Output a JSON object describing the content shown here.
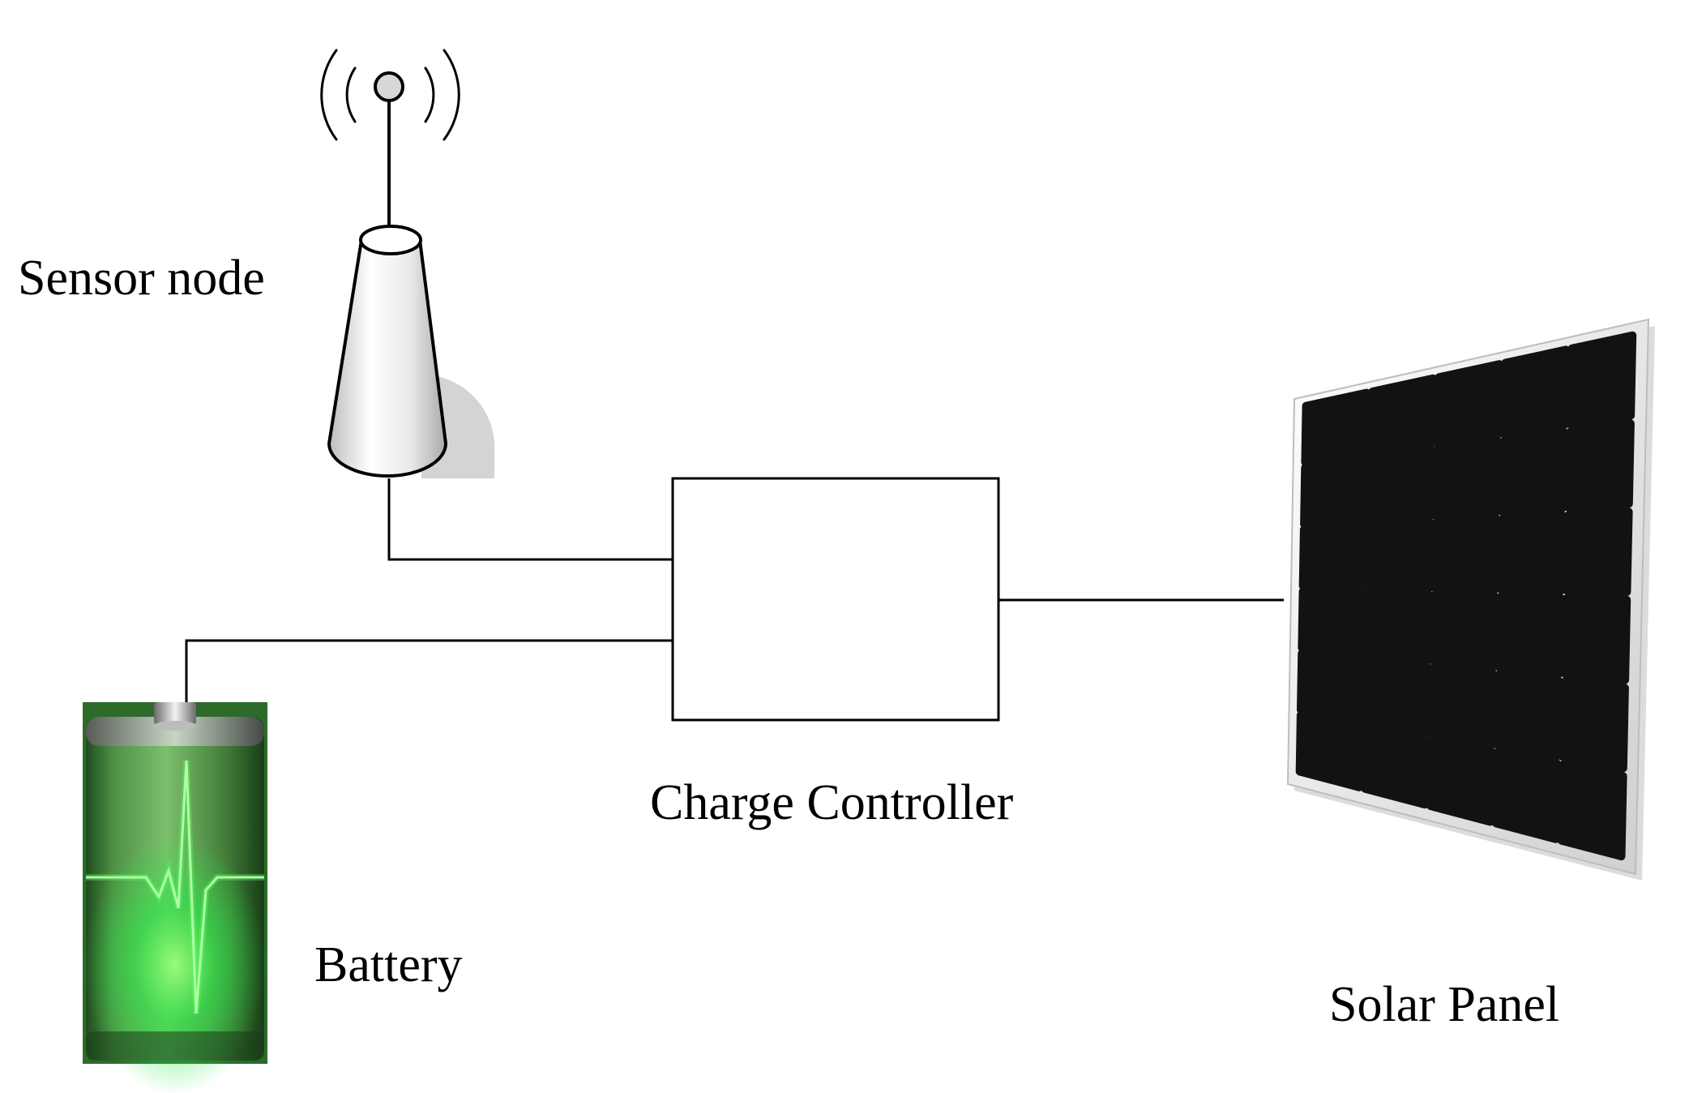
{
  "labels": {
    "sensor_node": "Sensor node",
    "battery": "Battery",
    "charge_controller": "Charge Controller",
    "solar_panel": "Solar Panel"
  },
  "icons": {
    "sensor_node": "wireless-sensor-node-icon",
    "battery": "battery-icon",
    "solar_panel": "solar-panel-icon"
  },
  "colors": {
    "line": "#000000",
    "battery_glow": "#2ee84a",
    "battery_body": "#3f8a3a",
    "solar_cell": "#121212",
    "solar_frame": "#e6e6e6",
    "sensor_body": "#e4e4e4"
  }
}
